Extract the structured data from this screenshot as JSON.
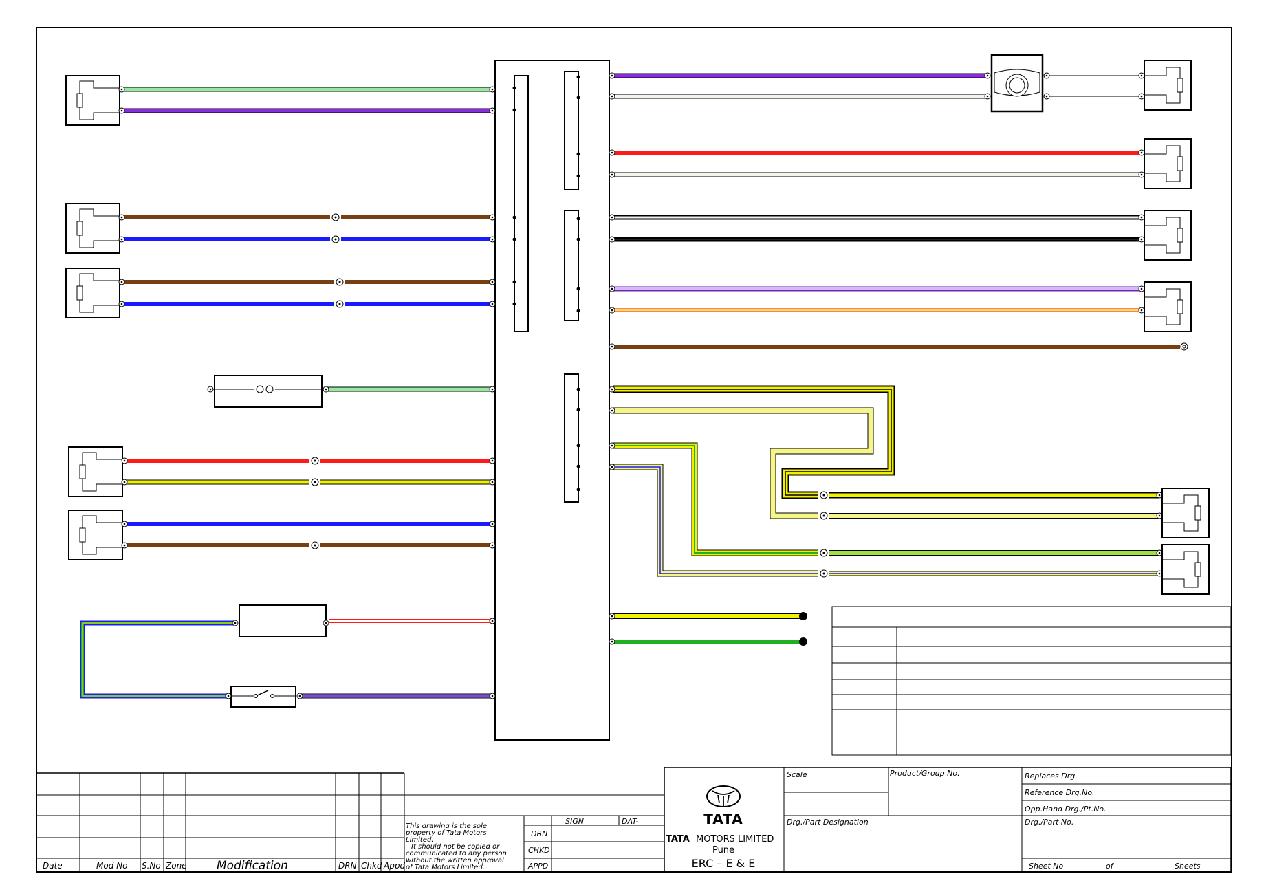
{
  "wire_colors": {
    "light_green": "#98e8a0",
    "violet": "#8a2be2",
    "white": "#f4f4ec",
    "brown": "#7a3f10",
    "blue": "#1a1aff",
    "red": "#ff1a1a",
    "yellow": "#f0f000",
    "pale_yellow": "#f5f58a",
    "black": "#111111",
    "lavender": "#c8a0f0",
    "orange": "#ffa040",
    "green": "#22b022",
    "pink_violet": "#c080e0"
  },
  "icons": {
    "connector": "resistor-connector-icon",
    "splice": "splice-icon",
    "lamp": "lamp-icon",
    "switch": "switch-icon",
    "horn": "horn-icon",
    "ground": "ground-dot-icon",
    "logo": "tata-logo-icon"
  },
  "revision_table": {
    "headers": [
      "Date",
      "Mod No",
      "S.No",
      "Zone",
      "Modification",
      "DRN",
      "Chkd",
      "Appd"
    ]
  },
  "notice": {
    "line1": "This drawing is the sole",
    "line2": "property of Tata Motors",
    "line3": "Limited.",
    "line4": "It should not be copied or",
    "line5": "communicated to any person",
    "line6": "without the written approval",
    "line7": "of Tata Motors Limited."
  },
  "approval": {
    "sign": "SIGN",
    "date": "DAT-",
    "drn": "DRN",
    "chkd": "CHKD",
    "appd": "APPD"
  },
  "company": {
    "logo_text": "TATA",
    "name_brand": "TATA",
    "name_rest": "MOTORS LIMITED",
    "city": "Pune",
    "dept": "ERC – E & E"
  },
  "title_block": {
    "scale": "Scale",
    "product_group": "Product/Group No.",
    "replaces": "Replaces Drg.",
    "reference": "Reference Drg.No.",
    "opp_hand": "Opp.Hand Drg./Pt.No.",
    "part_designation": "Drg./Part Designation",
    "part_no": "Drg./Part No.",
    "sheet_no": "Sheet No",
    "of": "of",
    "sheets": "Sheets"
  }
}
